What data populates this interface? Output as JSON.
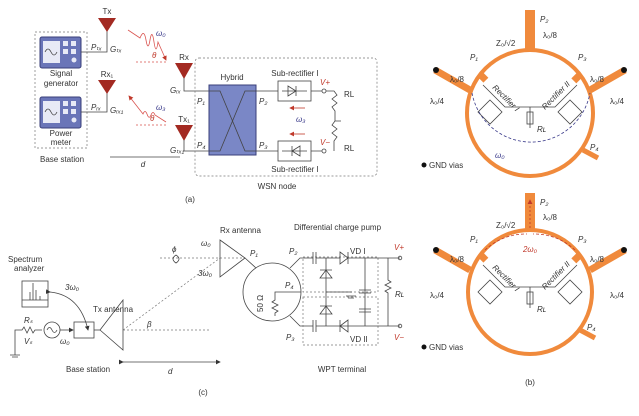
{
  "panel_a": {
    "label": "(a)",
    "tx": "Tx",
    "rx1": "Rx₁",
    "rx": "Rx",
    "tx1": "Tx₁",
    "p_tx": "Pₜₓ",
    "g_tx": "Gₜₓ",
    "p_rx": "Pᵣₓ",
    "g_rx1": "Gᵣₓ₁",
    "g_rx": "Gᵣₓ",
    "g_tx1": "Gₜₓ₁",
    "signal_generator": [
      "Signal",
      "generator"
    ],
    "power_meter": [
      "Power",
      "meter"
    ],
    "base_station": "Base station",
    "omega0": "ω₀",
    "omega3": "ω₃",
    "theta": "θ",
    "distance": "d",
    "hybrid": "Hybrid",
    "p1": "P₁",
    "p2": "P₂",
    "p3": "P₃",
    "p4": "P₄",
    "sub_rectifier_top": "Sub-rectifier I",
    "sub_rectifier_bottom": "Sub-rectifier I",
    "v_plus": "V+",
    "v_minus": "V−",
    "rl_top": "RL",
    "rl_bottom": "RL",
    "wsn_node": "WSN node"
  },
  "panel_b": {
    "label": "(b)",
    "p1": "P₁",
    "p2": "P₂",
    "p3": "P₃",
    "p4": "P₄",
    "z0": "Z₀/√2",
    "lambda8": "λ₀/8",
    "lambda4": "λ₀/4",
    "rectifier1": "Rectifier I",
    "rectifier2": "Rectifier II",
    "rl": "Rʟ",
    "omega0": "ω₀",
    "two_omega0": "2ω₀",
    "gnd_vias": "GND vias",
    "colors": {
      "trace": "#f08a3c",
      "fundamental_arrow": "#3a3a8a",
      "harmonic_arrow": "#c0392b"
    }
  },
  "panel_c": {
    "label": "(c)",
    "spectrum_analyzer": [
      "Spectrum",
      "analyzer"
    ],
    "three_omega0": "3ω₀",
    "tx_antenna": "Tx antenna",
    "rx_antenna": "Rx antenna",
    "rs": "Rₛ",
    "vs": "Vₛ",
    "omega0": "ω₀",
    "beta": "β",
    "phi": "ϕ",
    "base_station": "Base station",
    "distance": "d",
    "p1": "P₁",
    "p2": "P₂",
    "p3": "P₃",
    "p4": "P₄",
    "fifty_ohm": "50 Ω",
    "charge_pump": "Differential charge pump",
    "vd1": "VD I",
    "vd2": "VD II",
    "v_plus": "V+",
    "v_minus": "V−",
    "rl": "Rʟ",
    "wpt_terminal": "WPT terminal"
  }
}
